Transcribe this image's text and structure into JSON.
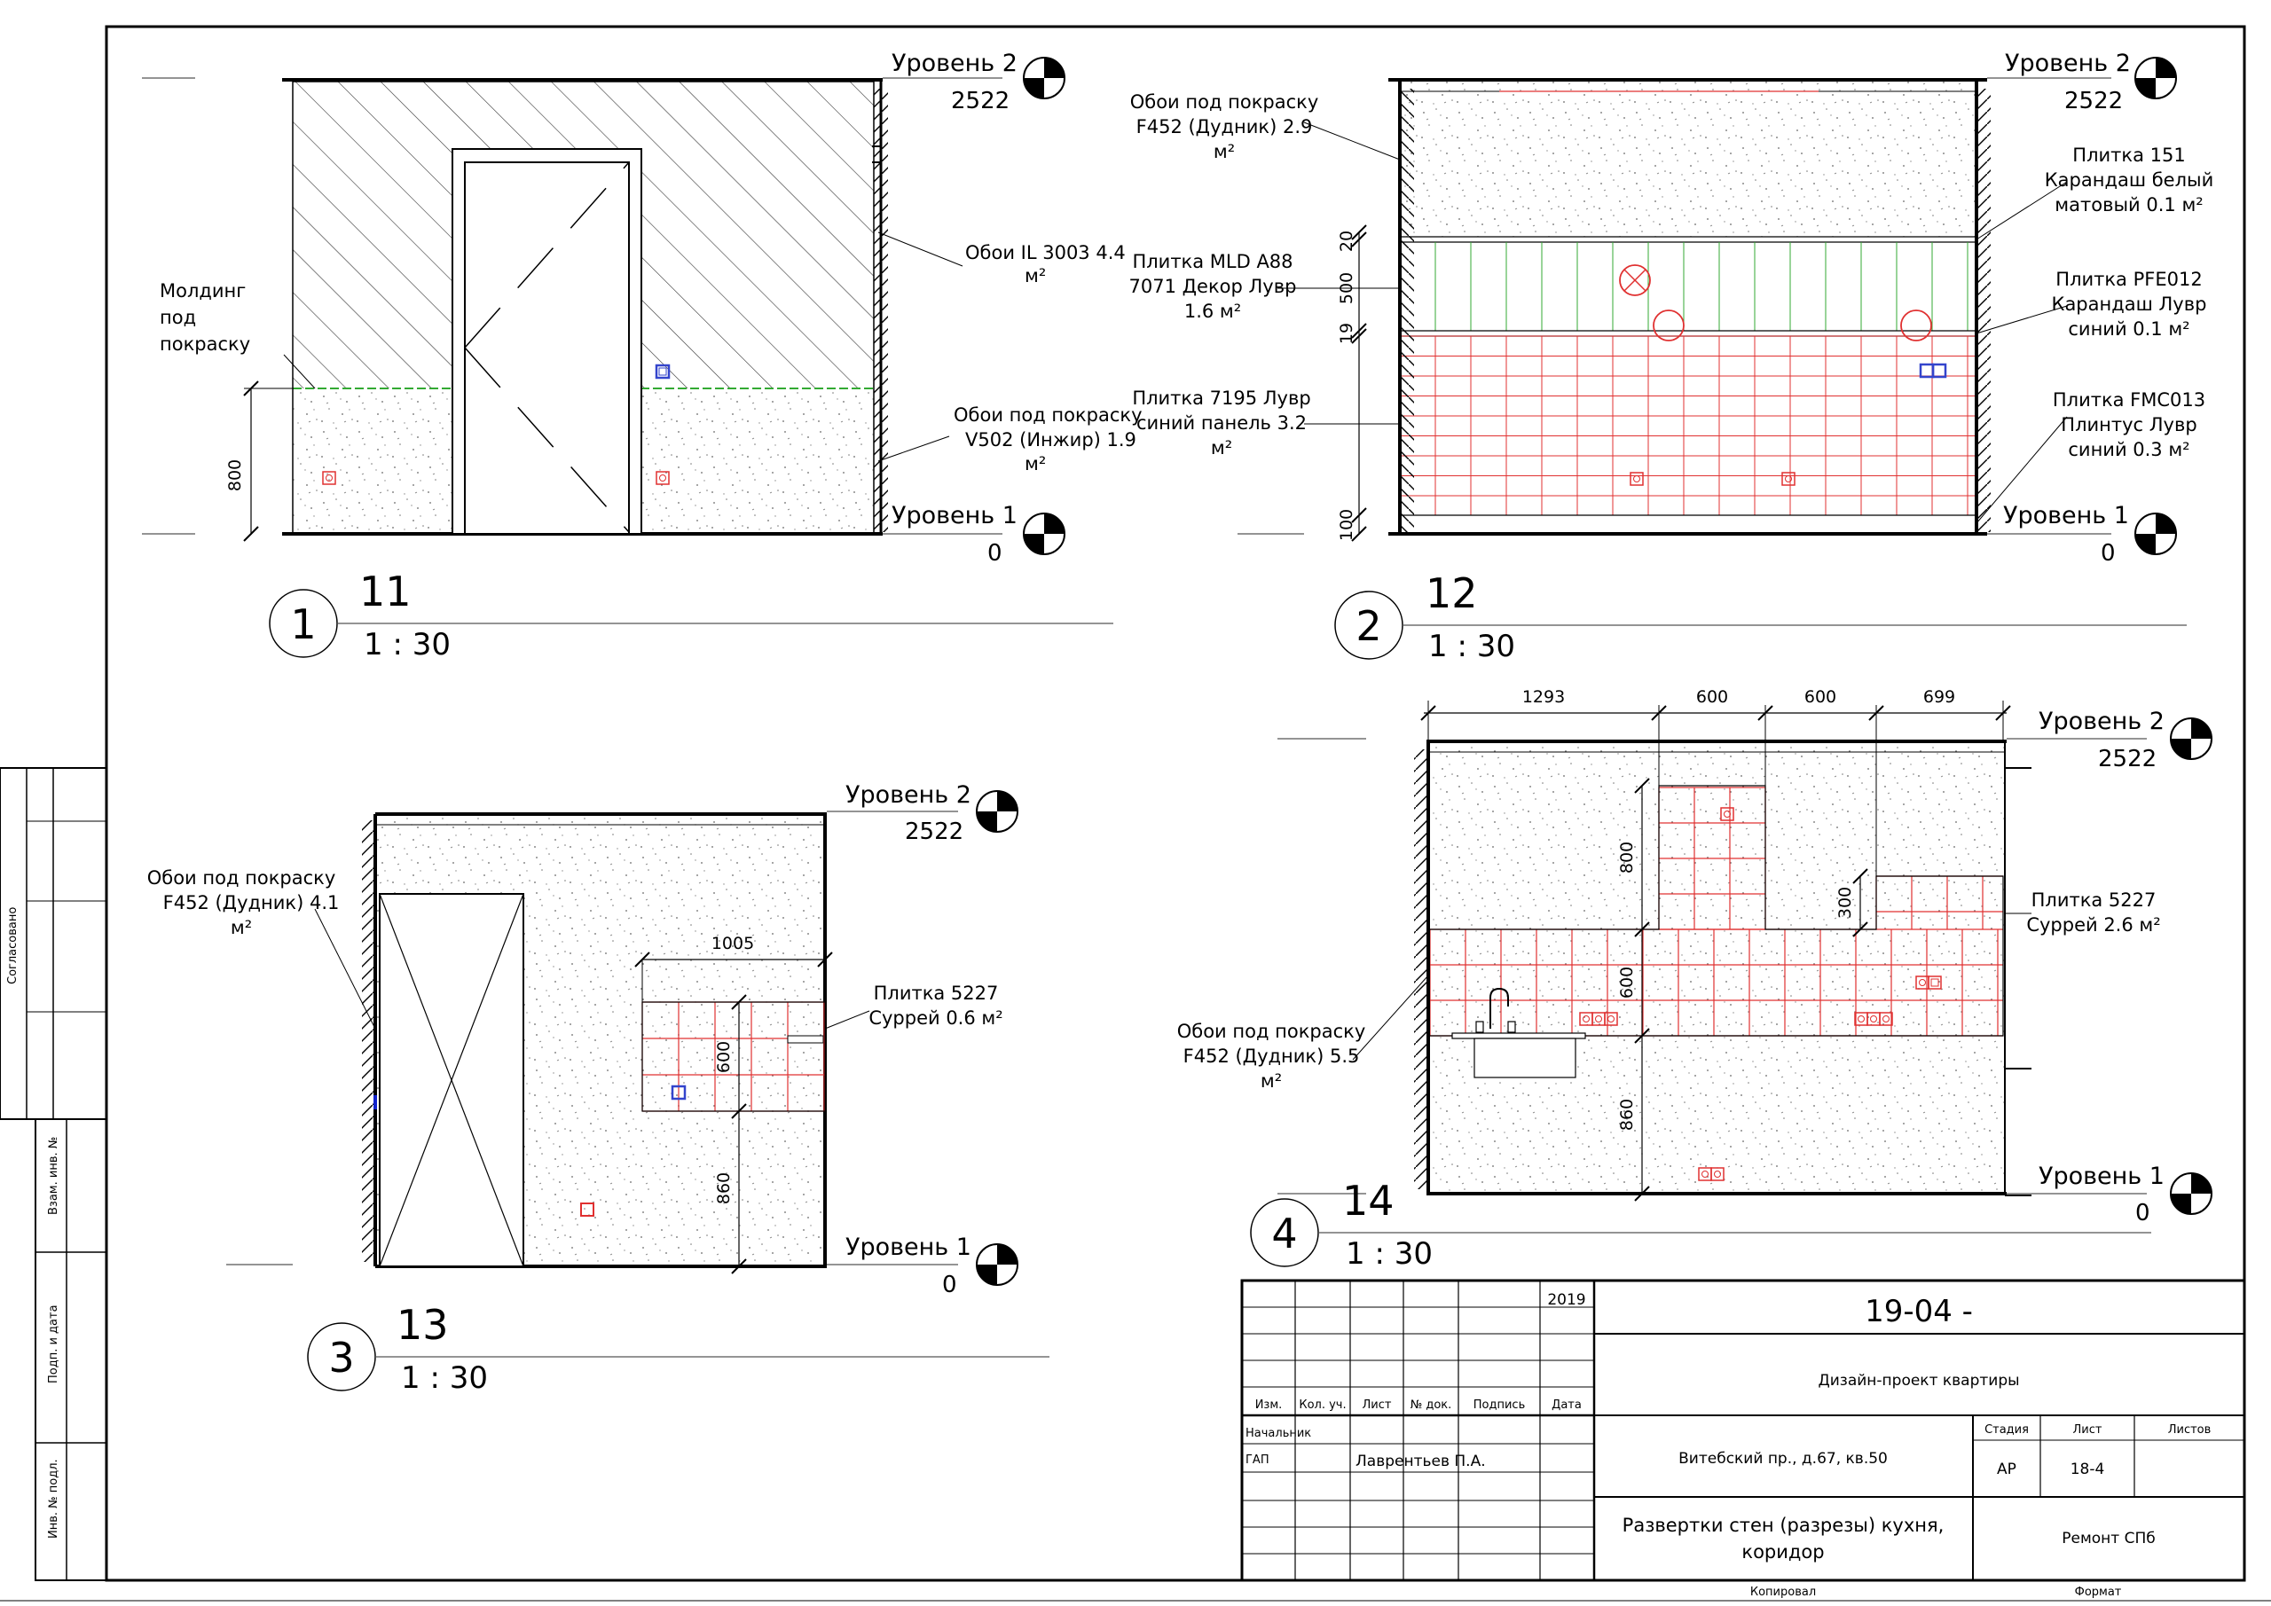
{
  "levels": {
    "top_label": "Уровень 2",
    "top_value": "2522",
    "bottom_label": "Уровень 1",
    "bottom_value": "0"
  },
  "views": [
    {
      "num": "1",
      "name": "11",
      "scale": "1 : 30"
    },
    {
      "num": "2",
      "name": "12",
      "scale": "1 : 30"
    },
    {
      "num": "3",
      "name": "13",
      "scale": "1 : 30"
    },
    {
      "num": "4",
      "name": "14",
      "scale": "1 : 30"
    }
  ],
  "view1": {
    "molding": [
      "Молдинг",
      "под",
      "покраску"
    ],
    "wallpaper_top": [
      "Обои IL 3003 4.4",
      "м²"
    ],
    "wallpaper_bottom": [
      "Обои под покраску",
      "V502 (Инжир) 1.9",
      "м²"
    ],
    "dim_800": "800"
  },
  "view2": {
    "paint": [
      "Обои под покраску",
      "F452 (Дудник) 2.9",
      "м²"
    ],
    "tile_mld": [
      "Плитка MLD A88",
      "7071 Декор Лувр",
      "1.6 м²"
    ],
    "tile_7195": [
      "Плитка 7195 Лувр",
      "синий панель 3.2",
      "м²"
    ],
    "tile_151": [
      "Плитка 151",
      "Карандаш белый",
      "матовый 0.1 м²"
    ],
    "tile_pfe": [
      "Плитка PFE012",
      "Карандаш Лувр",
      "синий 0.1 м²"
    ],
    "tile_fmc": [
      "Плитка FMC013",
      "Плинтус Лувр",
      "синий 0.3 м²"
    ],
    "dims": [
      "20",
      "500",
      "19",
      "100"
    ]
  },
  "view3": {
    "paint": [
      "Обои под покраску",
      "F452 (Дудник) 4.1",
      "м²"
    ],
    "tile": [
      "Плитка 5227",
      "Суррей 0.6 м²"
    ],
    "dims": [
      "1005",
      "600",
      "860"
    ]
  },
  "view4": {
    "paint": [
      "Обои под покраску",
      "F452 (Дудник) 5.5",
      "м²"
    ],
    "tile": [
      "Плитка 5227",
      "Суррей 2.6 м²"
    ],
    "dims_top": [
      "1293",
      "600",
      "600",
      "699"
    ],
    "dims_v": [
      "800",
      "300",
      "600",
      "860"
    ]
  },
  "stamp": {
    "year": "2019",
    "code": "19-04 -",
    "project": "Дизайн-проект квартиры",
    "headers": [
      "Изм.",
      "Кол. уч.",
      "Лист",
      "№ док.",
      "Подпись",
      "Дата"
    ],
    "roles": [
      "Начальник",
      "ГАП"
    ],
    "author": "Лаврентьев П.А.",
    "address": "Витебский пр., д.67, кв.50",
    "col_stage": "Стадия",
    "col_sheet": "Лист",
    "col_sheets": "Листов",
    "stage": "АР",
    "sheet": "18-4",
    "title": [
      "Развертки стен (разрезы) кухня,",
      "коридор"
    ],
    "company": "Ремонт СПб",
    "copied": "Копировал",
    "format": "Формат"
  },
  "side": {
    "agreed": "Согласовано",
    "inv_replace": "Взам. инв. №",
    "sign_date": "Подп. и дата",
    "inv_orig": "Инв. № подл."
  },
  "colors": {
    "line": "#000000",
    "tile": "#e03030",
    "molding": "#33aa33",
    "socket_blue": "#3344cc",
    "outline": "#000000"
  }
}
